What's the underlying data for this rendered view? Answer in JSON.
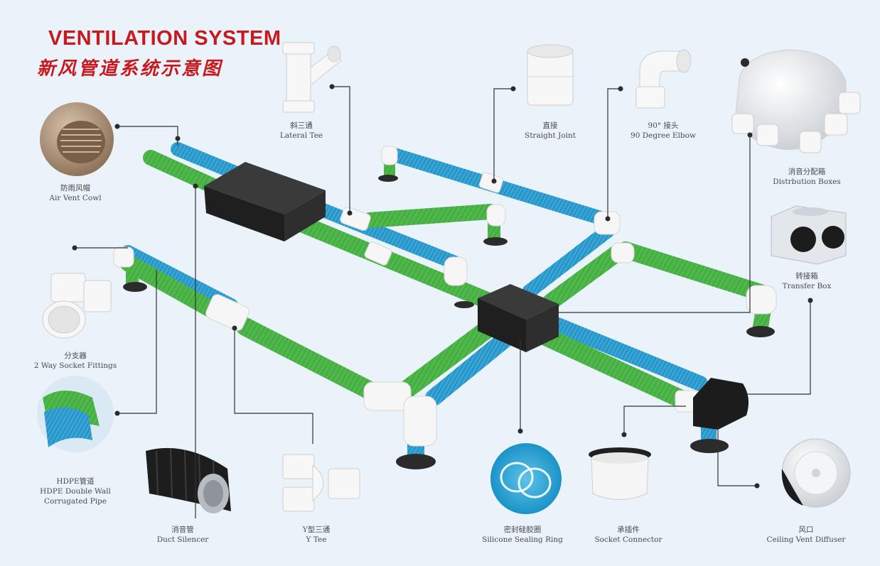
{
  "title": {
    "en": "VENTILATION SYSTEM",
    "cn": "新风管道系统示意图"
  },
  "components": {
    "air_vent_cowl": {
      "cn": "防雨风帽",
      "en": "Air Vent Cowl"
    },
    "lateral_tee": {
      "cn": "斜三通",
      "en": "Lateral Tee"
    },
    "straight_joint": {
      "cn": "直接",
      "en": "Straight Joint"
    },
    "elbow_90": {
      "cn": "90° 接头",
      "en": "90 Degree Elbow"
    },
    "distribution_box": {
      "cn": "消音分配箱",
      "en": "Distrbution Boxes"
    },
    "transfer_box": {
      "cn": "转接箱",
      "en": "Transfer Box"
    },
    "two_way_socket": {
      "cn": "分支器",
      "en": "2 Way Socket Fittings"
    },
    "hdpe_pipe": {
      "cn": "HDPE管道",
      "en": "HDPE Double Wall",
      "en2": "Corrugated Pipe"
    },
    "duct_silencer": {
      "cn": "消音管",
      "en": "Duct Silencer"
    },
    "y_tee": {
      "cn": "Y型三通",
      "en": "Y Tee"
    },
    "sealing_ring": {
      "cn": "密封硅胶圈",
      "en": "Silicone Sealing Ring"
    },
    "socket_connector": {
      "cn": "承插件",
      "en": "Socket Connector"
    },
    "ceiling_diffuser": {
      "cn": "风口",
      "en": "Ceiling Vent Diffuser"
    }
  },
  "colors": {
    "title": "#c8191e",
    "green_pipe": "#4fb84a",
    "blue_pipe": "#2f9fd3",
    "box": "#2b2b2b",
    "fitting": "#f4f4f4",
    "leader": "#333333"
  }
}
